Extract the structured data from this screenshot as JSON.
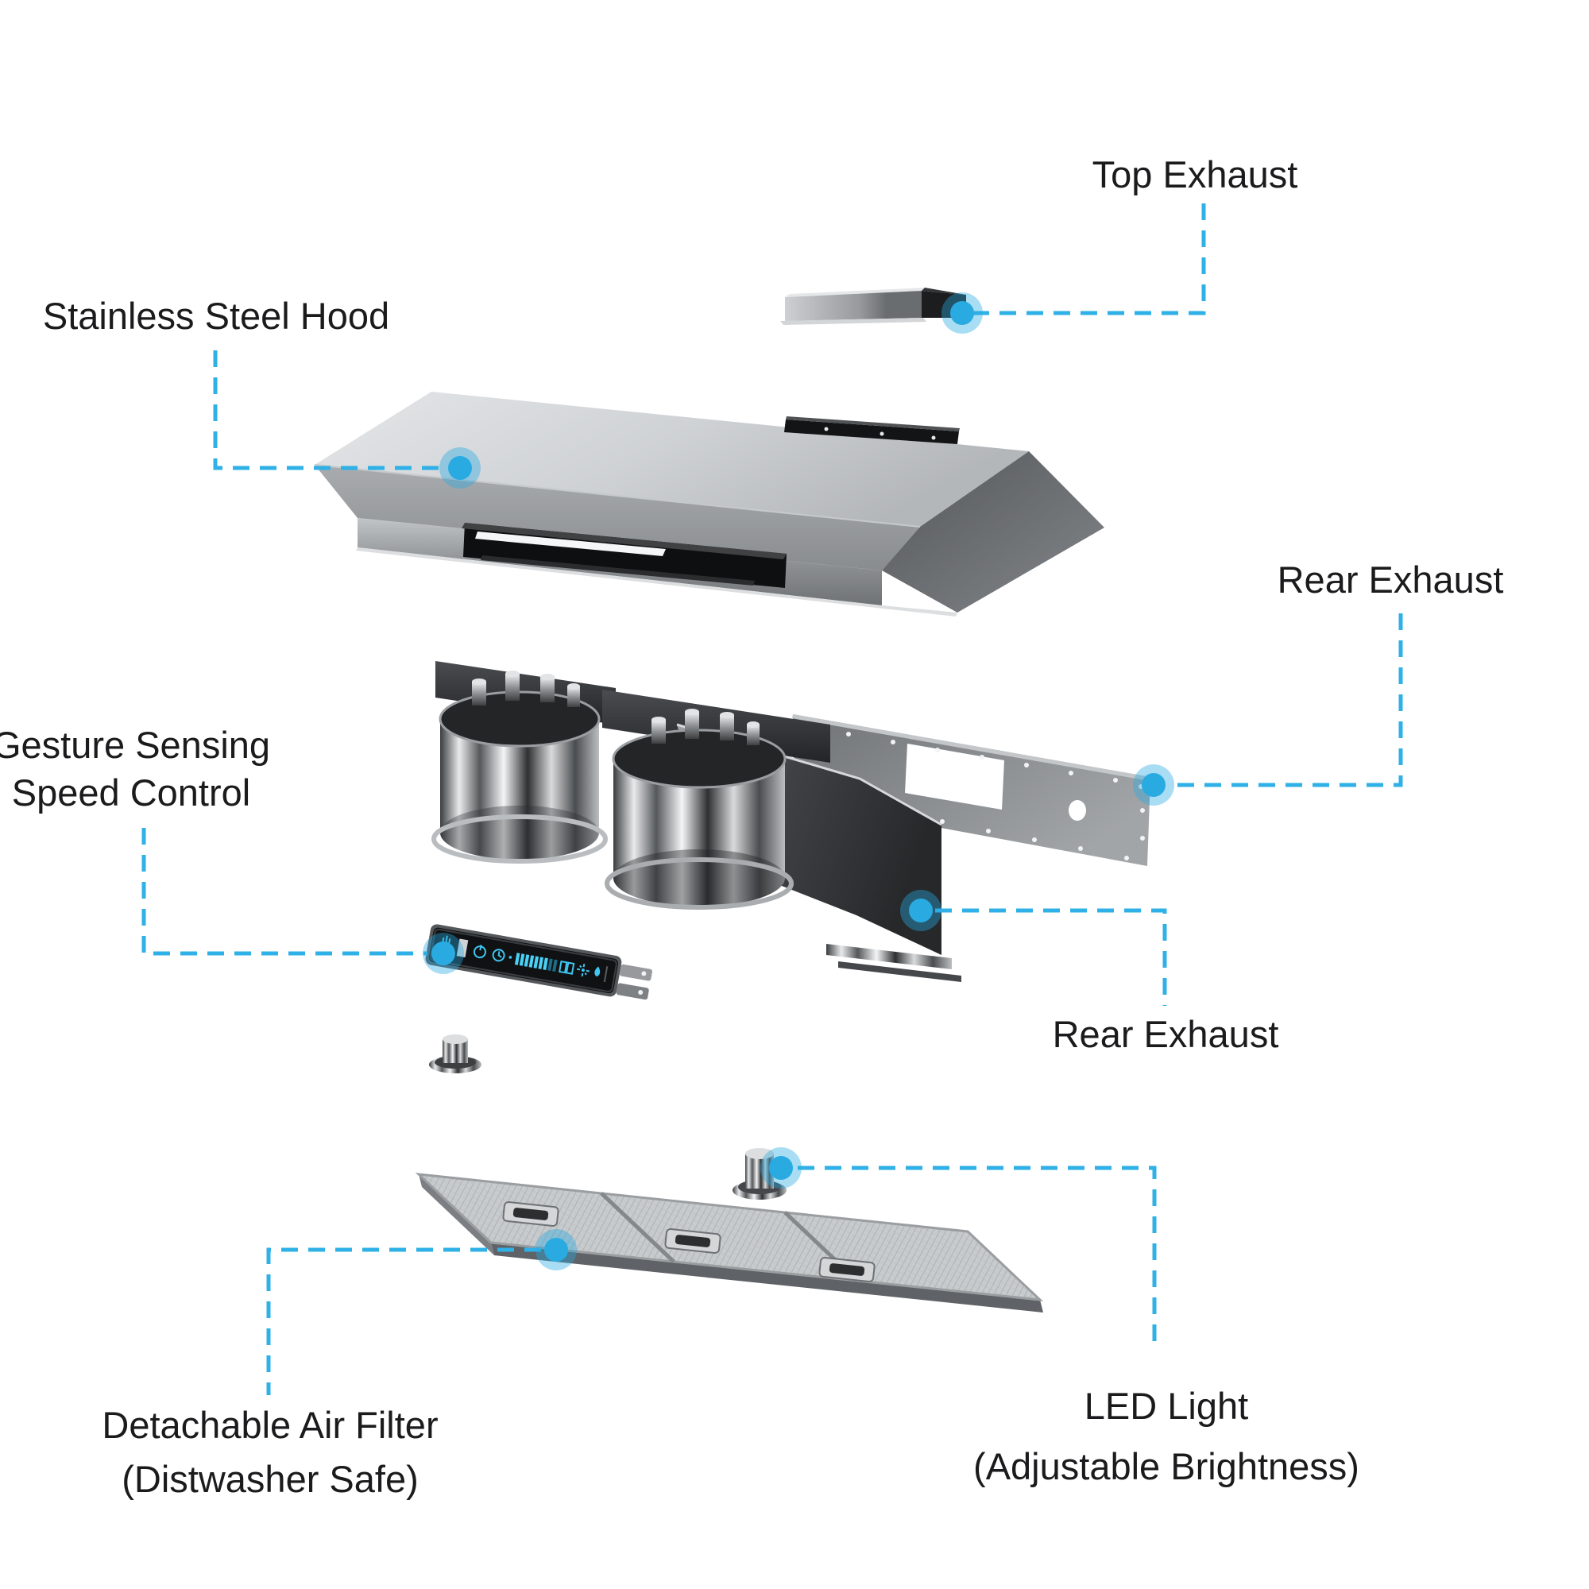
{
  "diagram": {
    "accent_color": "#2fb0e6",
    "dot_color": "#29abe2",
    "text_color": "#1b1b1d",
    "callouts": {
      "top_exhaust": {
        "label": "Top Exhaust"
      },
      "stainless_hood": {
        "label": "Stainless Steel Hood"
      },
      "rear_exhaust_upper": {
        "label": "Rear Exhaust"
      },
      "gesture": {
        "line1": "Gesture Sensing",
        "line2": "Speed Control"
      },
      "rear_exhaust_lower": {
        "label": "Rear Exhaust"
      },
      "led": {
        "line1": "LED Light",
        "line2": "(Adjustable Brightness)"
      },
      "filter": {
        "line1": "Detachable Air Filter",
        "line2": "(Distwasher Safe)"
      }
    },
    "parts": [
      "top-exhaust-duct-cover",
      "stainless-steel-hood-body",
      "hood-top-exhaust-cutout",
      "hood-front-handle-slot",
      "rear-exhaust-back-panel",
      "left-centrifugal-blower",
      "right-centrifugal-blower",
      "blower-housing-rear-vent",
      "gesture-control-panel",
      "mounting-bracket",
      "damper-knob",
      "led-light-module",
      "three-section-mesh-air-filter"
    ],
    "control_panel_icons": [
      "gesture-hand-icon",
      "sensor-window-icon",
      "power-icon",
      "timer-icon",
      "speed-bar-display",
      "digit-display",
      "fan-icon",
      "water-droplet-icon",
      "gesture-hand-icon"
    ]
  }
}
